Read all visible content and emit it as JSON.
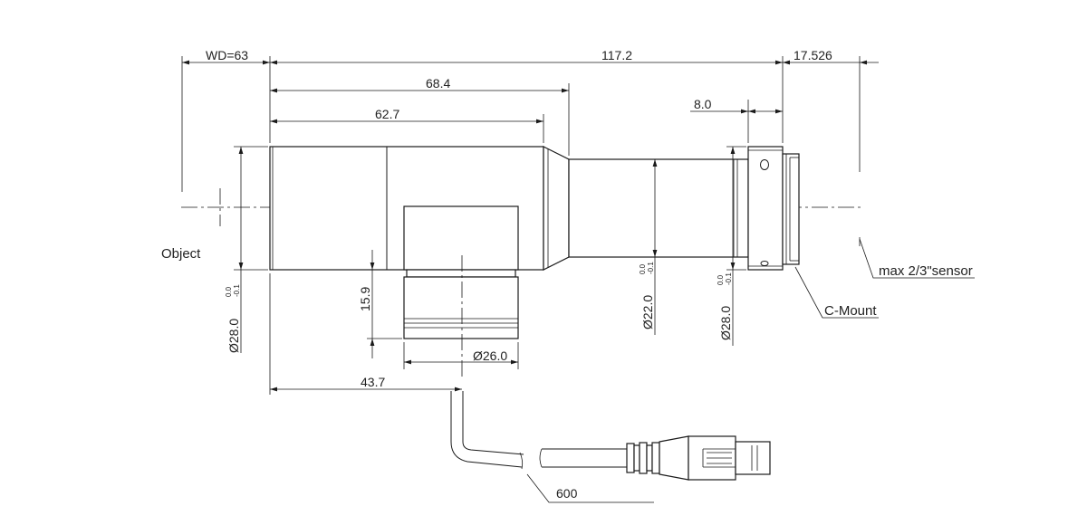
{
  "labels": {
    "object": "Object",
    "sensor": "max 2/3\"sensor",
    "mount": "C-Mount"
  },
  "dimensions": {
    "wd": "WD=63",
    "total_length": "117.2",
    "back_focus": "17.526",
    "len_68": "68.4",
    "len_62": "62.7",
    "mount_width": "8.0",
    "light_height": "15.9",
    "light_pos": "43.7",
    "cable_length": "600"
  },
  "diameters": {
    "front": "Ø28.0",
    "mid": "Ø22.0",
    "rear": "Ø28.0",
    "light": "Ø26.0"
  },
  "tolerances": {
    "upper": "0.0",
    "lower": "-0.1"
  }
}
